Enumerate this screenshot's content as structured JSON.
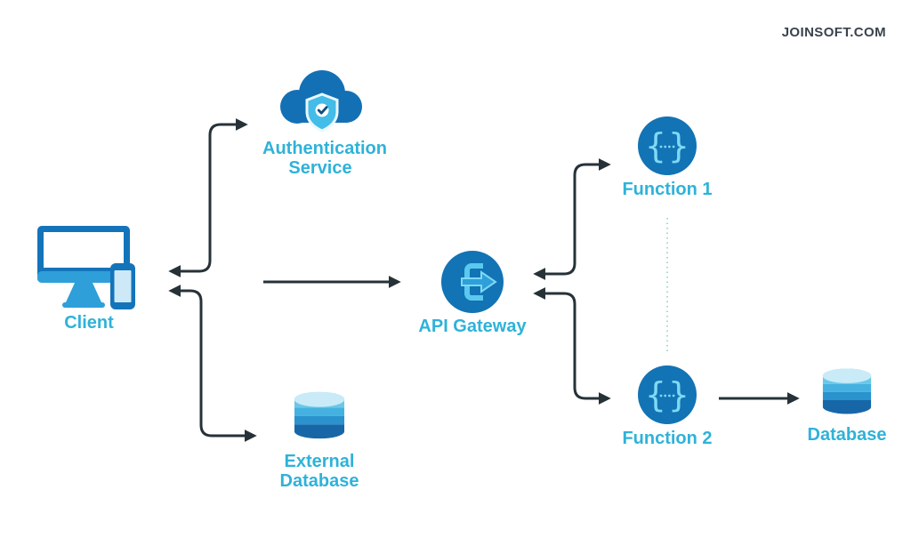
{
  "watermark": "JOINSOFT.COM",
  "colors": {
    "background": "#FFFFFF",
    "node_blue": "#1273B5",
    "icon_cyan": "#5BC9EE",
    "icon_cyan_light": "#7FD9F4",
    "label_cyan": "#2FB2D9",
    "monitor_light_blue": "#2E9FD9",
    "phone_screen": "#CDE9F8",
    "shield_fill": "#43BCE8",
    "shield_border": "#EAF7FD",
    "db_bands_top_to_bottom": [
      "#C9EBF7",
      "#69C8E8",
      "#45B1E0",
      "#2A92CD",
      "#1767A8"
    ],
    "arrow": "#263238",
    "dotted_line": "#A5D8D3",
    "watermark_text": "#3A424E"
  },
  "nodes": {
    "client": {
      "label": "Client",
      "icon": "desktop-and-phone-icon"
    },
    "auth": {
      "label": "Authentication Service",
      "line1": "Authentication",
      "line2": "Service",
      "icon": "cloud-shield-icon"
    },
    "gateway": {
      "label": "API Gateway",
      "icon": "gateway-enter-arrow-icon"
    },
    "function1": {
      "label": "Function 1",
      "icon": "curly-braces-icon"
    },
    "function2": {
      "label": "Function 2",
      "icon": "curly-braces-icon"
    },
    "external_db": {
      "label": "External Database",
      "line1": "External",
      "line2": "Database",
      "icon": "database-cylinder-icon"
    },
    "database": {
      "label": "Database",
      "icon": "database-cylinder-icon"
    }
  },
  "connections": [
    {
      "from": "client",
      "to": "auth",
      "bidirectional": true,
      "style": "solid"
    },
    {
      "from": "client",
      "to": "external_db",
      "bidirectional": true,
      "style": "solid"
    },
    {
      "from": "client",
      "to": "gateway",
      "bidirectional": false,
      "style": "solid"
    },
    {
      "from": "gateway",
      "to": "function1",
      "bidirectional": true,
      "style": "solid"
    },
    {
      "from": "gateway",
      "to": "function2",
      "bidirectional": true,
      "style": "solid"
    },
    {
      "from": "function2",
      "to": "database",
      "bidirectional": false,
      "style": "solid"
    },
    {
      "from": "function1",
      "to": "function2",
      "bidirectional": false,
      "style": "dotted"
    }
  ]
}
